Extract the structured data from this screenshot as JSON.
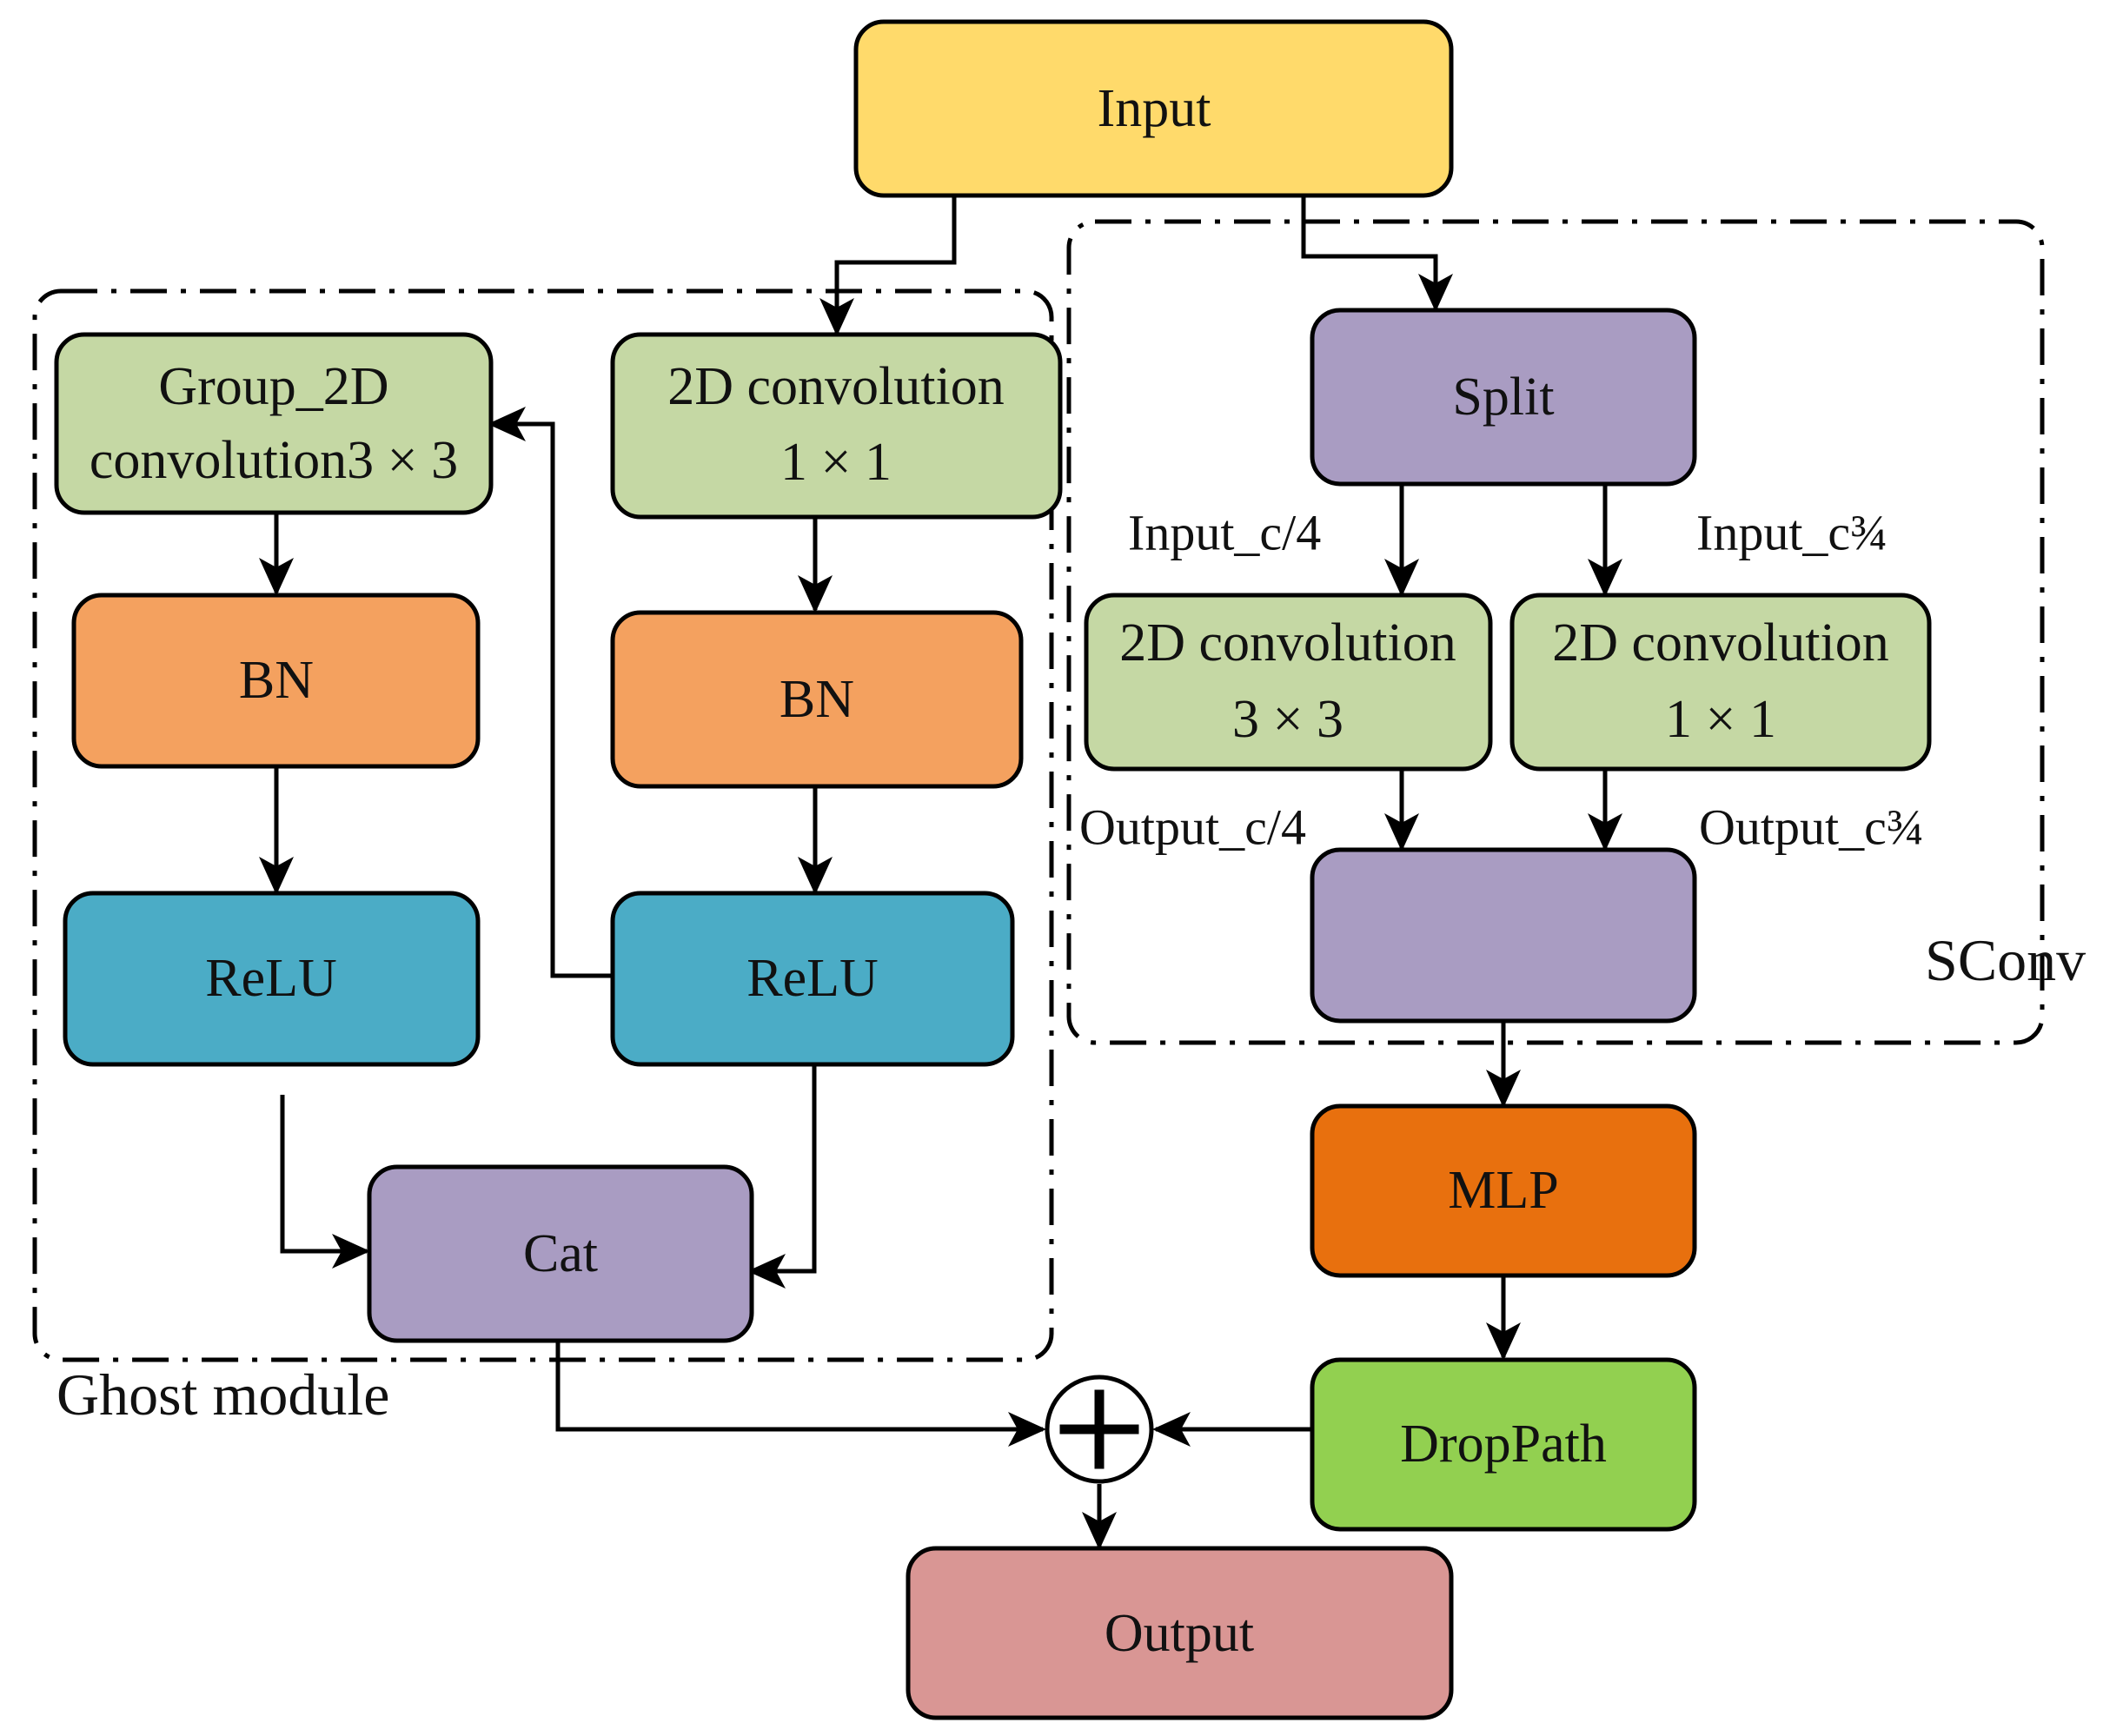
{
  "colors": {
    "input": "#FFDA6B",
    "conv": "#C5D8A4",
    "bn": "#F4A15F",
    "relu": "#4BACC6",
    "purple": "#A99CC2",
    "mlp": "#E8700E",
    "droppath": "#92D050",
    "output": "#D99694"
  },
  "nodes": {
    "input": "Input",
    "group_conv_line1": "Group_2D",
    "group_conv_line2": "convolution3 × 3",
    "conv1x1_line1": "2D convolution",
    "conv1x1_line2": "1 × 1",
    "bn_left": "BN",
    "bn_right": "BN",
    "relu_left": "ReLU",
    "relu_right": "ReLU",
    "cat": "Cat",
    "split": "Split",
    "sconv3_line1": "2D convolution",
    "sconv3_line2": "3 × 3",
    "sconv1_line1": "2D convolution",
    "sconv1_line2": "1 × 1",
    "mlp": "MLP",
    "droppath": "DropPath",
    "output": "Output"
  },
  "edge_labels": {
    "input_c4": "Input_c/4",
    "input_c34": "Input_c¾",
    "output_c4": "Output_c/4",
    "output_c34": "Output_c¾"
  },
  "groups": {
    "ghost": "Ghost module",
    "sconv": "SConv"
  },
  "icons": {
    "add": "plus-circle-icon"
  }
}
